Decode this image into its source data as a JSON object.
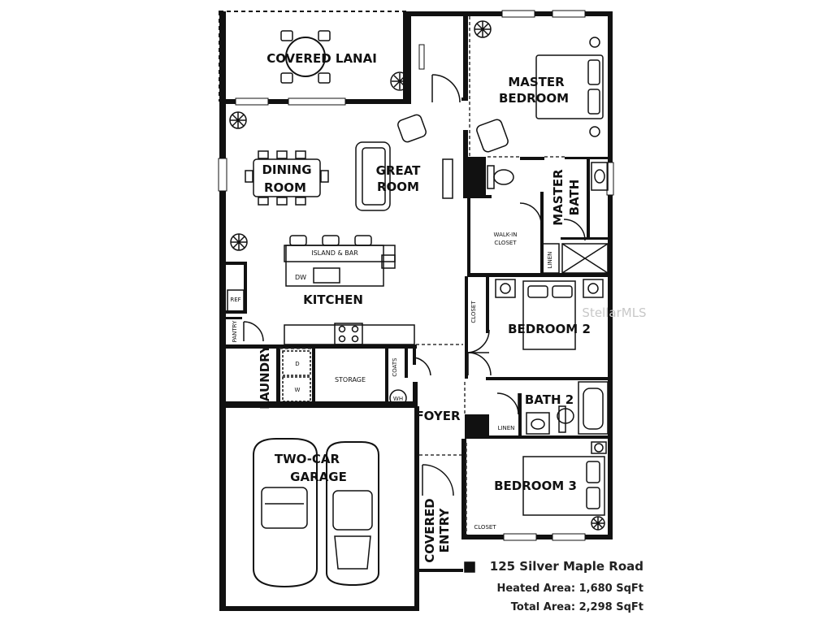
{
  "rooms": {
    "covered_lanai": "COVERED LANAI",
    "master_bedroom_1": "MASTER",
    "master_bedroom_2": "BEDROOM",
    "dining_1": "DINING",
    "dining_2": "ROOM",
    "great_1": "GREAT",
    "great_2": "ROOM",
    "master_bath_1": "MASTER",
    "master_bath_2": "BATH",
    "walk_in_1": "WALK-IN",
    "walk_in_2": "CLOSET",
    "island_bar": "ISLAND & BAR",
    "dw": "DW",
    "ref": "REF",
    "kitchen": "KITCHEN",
    "linen_master": "LINEN",
    "closet_b2": "CLOSET",
    "bedroom_2": "BEDROOM 2",
    "pantry": "PANTRY",
    "laundry": "LAUNDRY",
    "storage": "STORAGE",
    "coats": "COATS",
    "wh": "WH",
    "dryer": "D",
    "washer": "W",
    "bath_2": "BATH 2",
    "foyer": "FOYER",
    "linen_hall": "LINEN",
    "garage_1": "TWO-CAR",
    "garage_2": "GARAGE",
    "bedroom_3": "BEDROOM 3",
    "covered_entry_1": "COVERED",
    "covered_entry_2": "ENTRY",
    "closet_b3": "CLOSET"
  },
  "watermark": "StellarMLS",
  "info": {
    "address": "125 Silver Maple Road",
    "heated_area": "Heated Area: 1,680 SqFt",
    "total_area": "Total Area: 2,298 SqFt"
  },
  "colors": {
    "wall": "#111111",
    "dash": "#333333",
    "background": "#ffffff"
  },
  "icons": [
    "dining-table-icon",
    "sofa-icon",
    "armchair-icon",
    "bed-icon",
    "toilet-icon",
    "sink-icon",
    "bathtub-icon",
    "shower-icon",
    "stove-icon",
    "plant-icon",
    "car-icon"
  ]
}
